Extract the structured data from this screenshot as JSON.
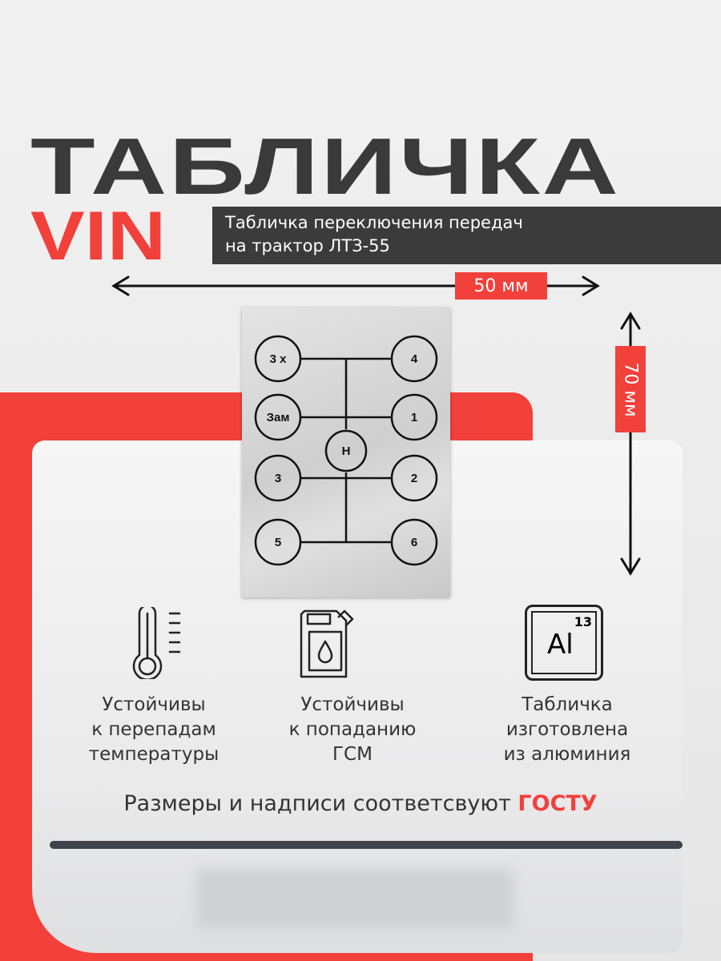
{
  "header": {
    "title": "ТАБЛИЧКА",
    "brand": "VIN",
    "subtitle_line1": "Табличка переключения передач",
    "subtitle_line2": "на трактор ЛТЗ-55"
  },
  "dimensions": {
    "width": "50 мм",
    "height": "70 мм"
  },
  "plate": {
    "gears": [
      "3 х",
      "4",
      "Зам",
      "1",
      "Н",
      "3",
      "2",
      "5",
      "6"
    ]
  },
  "features": [
    {
      "icon": "thermometer-icon",
      "line1": "Устойчивы",
      "line2": "к перепадам",
      "line3": "температуры"
    },
    {
      "icon": "fuel-canister-icon",
      "line1": "Устойчивы",
      "line2": "к попаданию",
      "line3": "ГСМ"
    },
    {
      "icon": "aluminium-element-icon",
      "line1": "Табличка",
      "line2": "изготовлена",
      "line3": "из алюминия",
      "symbol": "Al",
      "number": "13"
    }
  ],
  "footer": {
    "text": "Размеры и надписи соответсвуют",
    "highlight": "ГОСТУ"
  },
  "colors": {
    "accent": "#f2403a",
    "dark": "#3b3b3b"
  }
}
